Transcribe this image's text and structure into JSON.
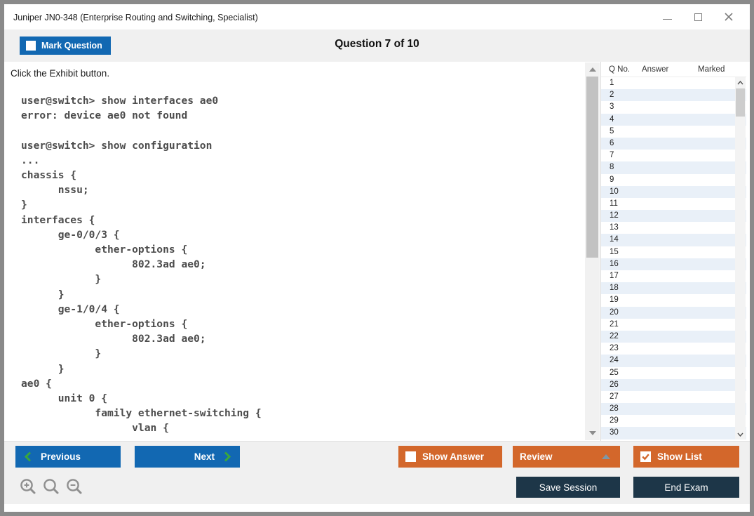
{
  "window": {
    "title": "Juniper JN0-348 (Enterprise Routing and Switching, Specialist)"
  },
  "header": {
    "mark_question_label": "Mark Question",
    "mark_question_checked": false,
    "question_counter": "Question 7 of 10"
  },
  "question": {
    "prompt": "Click the Exhibit button.",
    "exhibit_lines": [
      "user@switch> show interfaces ae0",
      "error: device ae0 not found",
      "",
      "user@switch> show configuration",
      "...",
      "chassis {",
      "      nssu;",
      "}",
      "interfaces {",
      "      ge-0/0/3 {",
      "            ether-options {",
      "                  802.3ad ae0;",
      "            }",
      "      }",
      "      ge-1/0/4 {",
      "            ether-options {",
      "                  802.3ad ae0;",
      "            }",
      "      }",
      "ae0 {",
      "      unit 0 {",
      "            family ethernet-switching {",
      "                  vlan {"
    ]
  },
  "question_list": {
    "columns": {
      "q_no": "Q No.",
      "answer": "Answer",
      "marked": "Marked"
    },
    "rows": [
      1,
      2,
      3,
      4,
      5,
      6,
      7,
      8,
      9,
      10,
      11,
      12,
      13,
      14,
      15,
      16,
      17,
      18,
      19,
      20,
      21,
      22,
      23,
      24,
      25,
      26,
      27,
      28,
      29,
      30
    ]
  },
  "footer": {
    "previous_label": "Previous",
    "next_label": "Next",
    "show_answer_label": "Show Answer",
    "show_answer_checked": false,
    "review_label": "Review",
    "show_list_label": "Show List",
    "show_list_checked": true,
    "save_session_label": "Save Session",
    "end_exam_label": "End Exam"
  },
  "colors": {
    "blue": "#1268b2",
    "orange": "#d3672b",
    "navy": "#1d3648",
    "green": "#3aa83a",
    "alt_row": "#e9f0f8"
  }
}
